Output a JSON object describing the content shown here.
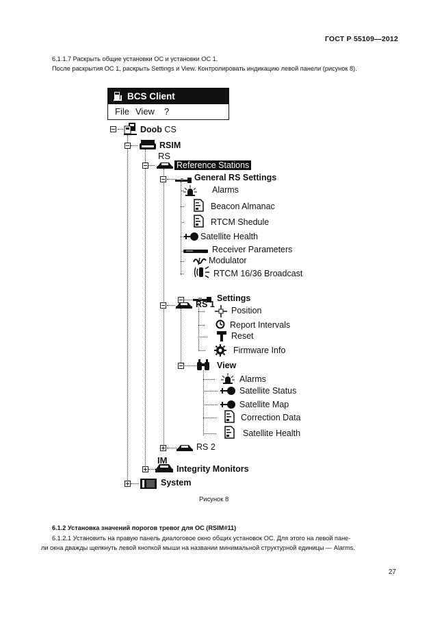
{
  "header": {
    "standard": "ГОСТ Р 55109—2012"
  },
  "intro": {
    "line1": "6.1.1.7 Раскрыть общие установки ОС и установки ОС 1.",
    "line2": "После раскрытия ОС 1, раскрыть Settings и View. Контролировать индикацию левой панели (рисунок 8)."
  },
  "window": {
    "title": "BCS Client",
    "menu": {
      "file": "File",
      "view": "View",
      "help": "?"
    }
  },
  "tree": {
    "root": "Doob",
    "root_suffix": "CS",
    "rsim": "RSIM",
    "rs_caption": "RS",
    "ref_stations": "Reference Stations",
    "general": "General",
    "general_suffix": "RS Settings",
    "g_items": {
      "alarms": "Alarms",
      "beacon": "Beacon Almanac",
      "rtcm_shedule": "RTCM Shedule",
      "sat_health": "Satellite Health",
      "receiver": "Receiver Parameters",
      "modulator": "Modulator",
      "broadcast": "RTCM 16/36 Broadcast"
    },
    "rs1": "RS 1",
    "settings": "Settings",
    "s_items": {
      "position": "Position",
      "report": "Report Intervals",
      "reset": "Reset",
      "firmware": "Firmware Info"
    },
    "view": "View",
    "v_items": {
      "alarms": "Alarms",
      "sat_status": "Satellite Status",
      "sat_map": "Satellite Map",
      "correction": "Correction Data",
      "sat_health": "Satellite Health"
    },
    "rs2": "RS 2",
    "im_caption": "IM",
    "integrity": "Integrity",
    "integrity_suffix": "Monitors",
    "system": "System"
  },
  "figure_caption": "Рисунок 8",
  "section": {
    "heading": "6.1.2 Установка значений порогов тревог для ОС (RSIM#11)",
    "line1": "6.1.2.1 Установить на правую панель диалоговое окно общих установок ОС. Для этого на левой пане-",
    "line2": "ли окна дважды щелкнуть левой кнопкой мыши на названии минимальной структурной единицы — Alarms."
  },
  "page_number": "27"
}
